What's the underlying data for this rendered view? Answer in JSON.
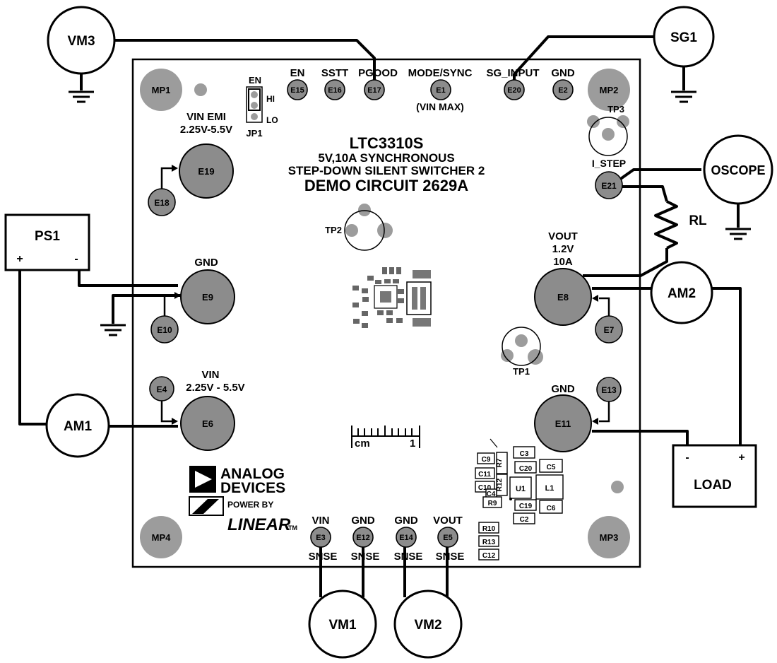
{
  "board": {
    "part": "LTC3310S",
    "desc1": "5V,10A SYNCHRONOUS",
    "desc2": "STEP-DOWN SILENT SWITCHER 2",
    "circuit": "DEMO CIRCUIT 2629A"
  },
  "instruments": {
    "vm3": "VM3",
    "sg1": "SG1",
    "ps1": "PS1",
    "am1": "AM1",
    "am2": "AM2",
    "oscope": "OSCOPE",
    "load": "LOAD",
    "vm1": "VM1",
    "vm2": "VM2",
    "rl": "RL"
  },
  "polarity": {
    "plus": "+",
    "minus": "-"
  },
  "mounting": {
    "mp1": "MP1",
    "mp2": "MP2",
    "mp3": "MP3",
    "mp4": "MP4"
  },
  "top_labels": {
    "en": "EN",
    "sstt": "SSTT",
    "pgood": "PGOOD",
    "mode": "MODE/SYNC",
    "vinmax": "(VIN MAX)",
    "sginput": "SG_INPUT",
    "gnd": "GND"
  },
  "turrets": {
    "e1": "E1",
    "e2": "E2",
    "e3": "E3",
    "e4": "E4",
    "e5": "E5",
    "e6": "E6",
    "e7": "E7",
    "e8": "E8",
    "e9": "E9",
    "e10": "E10",
    "e11": "E11",
    "e12": "E12",
    "e13": "E13",
    "e14": "E14",
    "e15": "E15",
    "e16": "E16",
    "e17": "E17",
    "e18": "E18",
    "e19": "E19",
    "e20": "E20",
    "e21": "E21"
  },
  "jumper": {
    "en": "EN",
    "hi": "HI",
    "lo": "LO",
    "jp1": "JP1"
  },
  "vin_emi": {
    "title": "VIN EMI",
    "range": "2.25V-5.5V"
  },
  "gnd_left": "GND",
  "vin": {
    "title": "VIN",
    "range": "2.25V - 5.5V"
  },
  "vout": {
    "title": "VOUT",
    "voltage": "1.2V",
    "current": "10A"
  },
  "gnd_right": "GND",
  "istep": "I_STEP",
  "testpoints": {
    "tp1": "TP1",
    "tp2": "TP2",
    "tp3": "TP3"
  },
  "sense": {
    "vin": "VIN",
    "gnd1": "GND",
    "gnd2": "GND",
    "vout": "VOUT",
    "s1": "SNSE",
    "s2": "SNSE",
    "s3": "SNSE",
    "s4": "SNSE"
  },
  "ruler": {
    "unit": "cm",
    "one": "1"
  },
  "logo": {
    "analog": "ANALOG",
    "devices": "DEVICES",
    "powerby": "POWER BY",
    "linear": "LINEAR",
    "tm": "TM"
  },
  "components": {
    "c9": "C9",
    "r7": "R7",
    "c3": "C3",
    "c11": "C11",
    "c20": "C20",
    "c5": "C5",
    "c10": "C10",
    "r12": "R12",
    "u1": "U1",
    "l1": "L1",
    "c4": "C4",
    "r9": "R9",
    "c19": "C19",
    "c6": "C6",
    "c2": "C2",
    "r10": "R10",
    "r13": "R13",
    "c12": "C12"
  }
}
